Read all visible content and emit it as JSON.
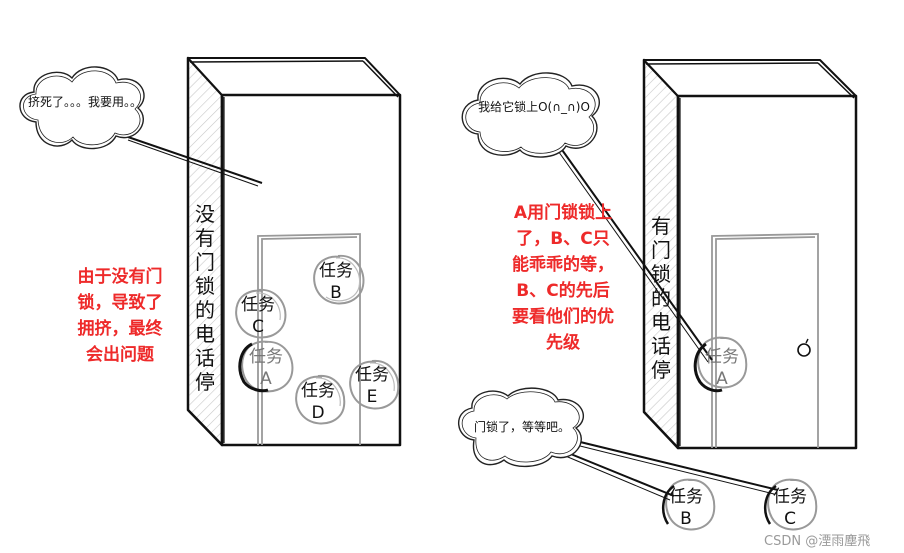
{
  "left": {
    "cloud_text": "挤死了。。。我要用。。",
    "booth_label": "没有门锁的电话停",
    "explanation": "由于没有门锁，导致了拥挤，最终会出问题",
    "tasks": [
      {
        "line1": "任务",
        "line2": "B"
      },
      {
        "line1": "任务",
        "line2": "C"
      },
      {
        "line1": "任务",
        "line2": "A"
      },
      {
        "line1": "任务",
        "line2": "D"
      },
      {
        "line1": "任务",
        "line2": "E"
      }
    ]
  },
  "right": {
    "cloud_top_text": "我给它锁上O(∩_∩)O",
    "cloud_bottom_text": "门锁了，等等吧。",
    "booth_label": "有门锁的电话停",
    "explanation": "A用门锁锁上了，B、C只能乖乖的等，B、C的先后要看他们的优先级",
    "tasks": [
      {
        "line1": "任务",
        "line2": "A"
      },
      {
        "line1": "任务",
        "line2": "B"
      },
      {
        "line1": "任务",
        "line2": "C"
      }
    ]
  },
  "watermark": "CSDN @湮雨塵飛"
}
